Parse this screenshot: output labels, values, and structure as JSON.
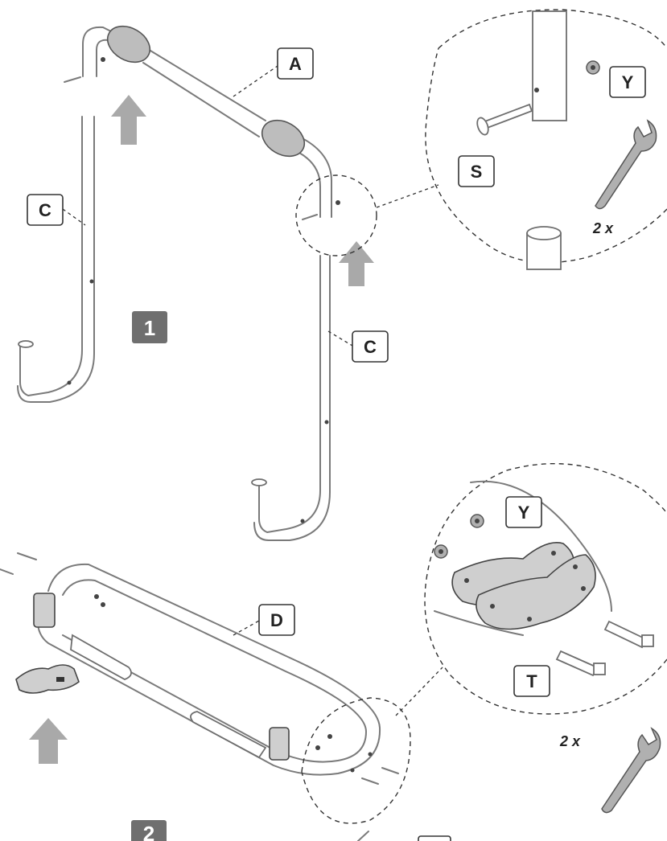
{
  "labels": {
    "A": "A",
    "C_left": "C",
    "C_right": "C",
    "D": "D",
    "S": "S",
    "Y_top": "Y",
    "Y_bottom": "Y",
    "T": "T"
  },
  "steps": {
    "step1": "1",
    "step2": "2"
  },
  "quantities": {
    "top": "2 x",
    "bottom": "2 x"
  },
  "colors": {
    "step_badge": "#6f6f6f",
    "arrow": "#a9a9a9",
    "foam": "#bdbdbd",
    "plate": "#cfcfcf"
  }
}
